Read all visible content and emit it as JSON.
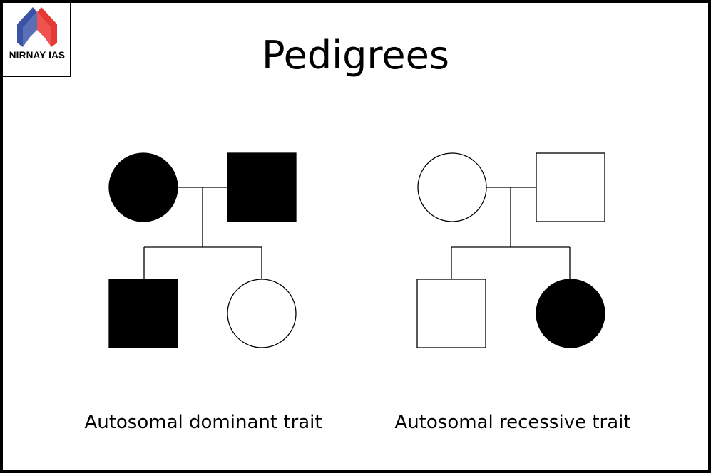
{
  "logo": {
    "text": "NIRNAY IAS",
    "colors": {
      "red": "#e53935",
      "blue": "#3a53a4"
    }
  },
  "title": "Pedigrees",
  "pedigrees": [
    {
      "caption": "Autosomal dominant trait",
      "parents": {
        "female": "affected",
        "male": "affected"
      },
      "children": [
        {
          "sex": "male",
          "status": "affected"
        },
        {
          "sex": "female",
          "status": "unaffected"
        }
      ]
    },
    {
      "caption": "Autosomal recessive trait",
      "parents": {
        "female": "unaffected",
        "male": "unaffected"
      },
      "children": [
        {
          "sex": "male",
          "status": "unaffected"
        },
        {
          "sex": "female",
          "status": "affected"
        }
      ]
    }
  ]
}
